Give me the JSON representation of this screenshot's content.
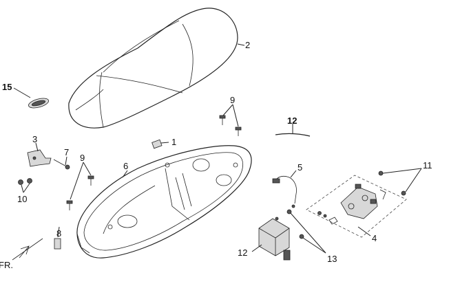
{
  "callouts": {
    "c1": "1",
    "c2": "2",
    "c3": "3",
    "c4": "4",
    "c5": "5",
    "c6": "6",
    "c7": "7",
    "c8": "8",
    "c9a": "9",
    "c9b": "9",
    "c10": "10",
    "c11": "11",
    "c12a": "12",
    "c12b": "12",
    "c13": "13",
    "c15": "15"
  },
  "direction_label": "FR."
}
